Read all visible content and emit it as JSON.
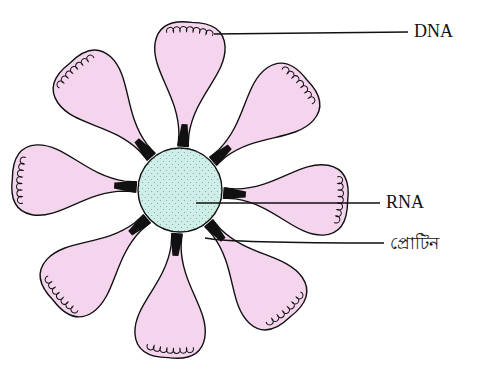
{
  "diagram": {
    "labels": [
      "DNA",
      "RNA",
      "প্রোটিন"
    ]
  }
}
